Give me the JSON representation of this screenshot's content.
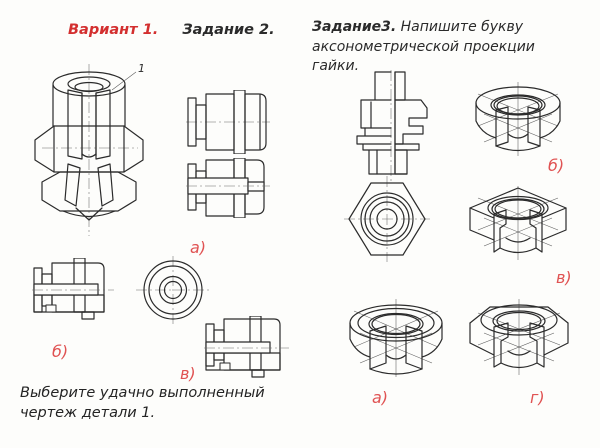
{
  "palette": {
    "paper": "#fdfdfb",
    "ink": "#2b2b2b",
    "header_red": "#d32f2f",
    "label_red": "#e05353"
  },
  "left_panel": {
    "variant_label": "Вариант 1.",
    "task_label": "Задание 2.",
    "part_callout": "1",
    "option_labels": {
      "a": "а)",
      "b": "б)",
      "v": "в)"
    },
    "instruction": "Выберите удачно выполненный чертеж детали 1."
  },
  "right_panel": {
    "task_label": "Задание3.",
    "task_prompt": "Напишите букву аксонометрической проекции гайки.",
    "option_labels": {
      "b": "б)",
      "v": "в)",
      "a": "а)",
      "g": "г)"
    }
  }
}
